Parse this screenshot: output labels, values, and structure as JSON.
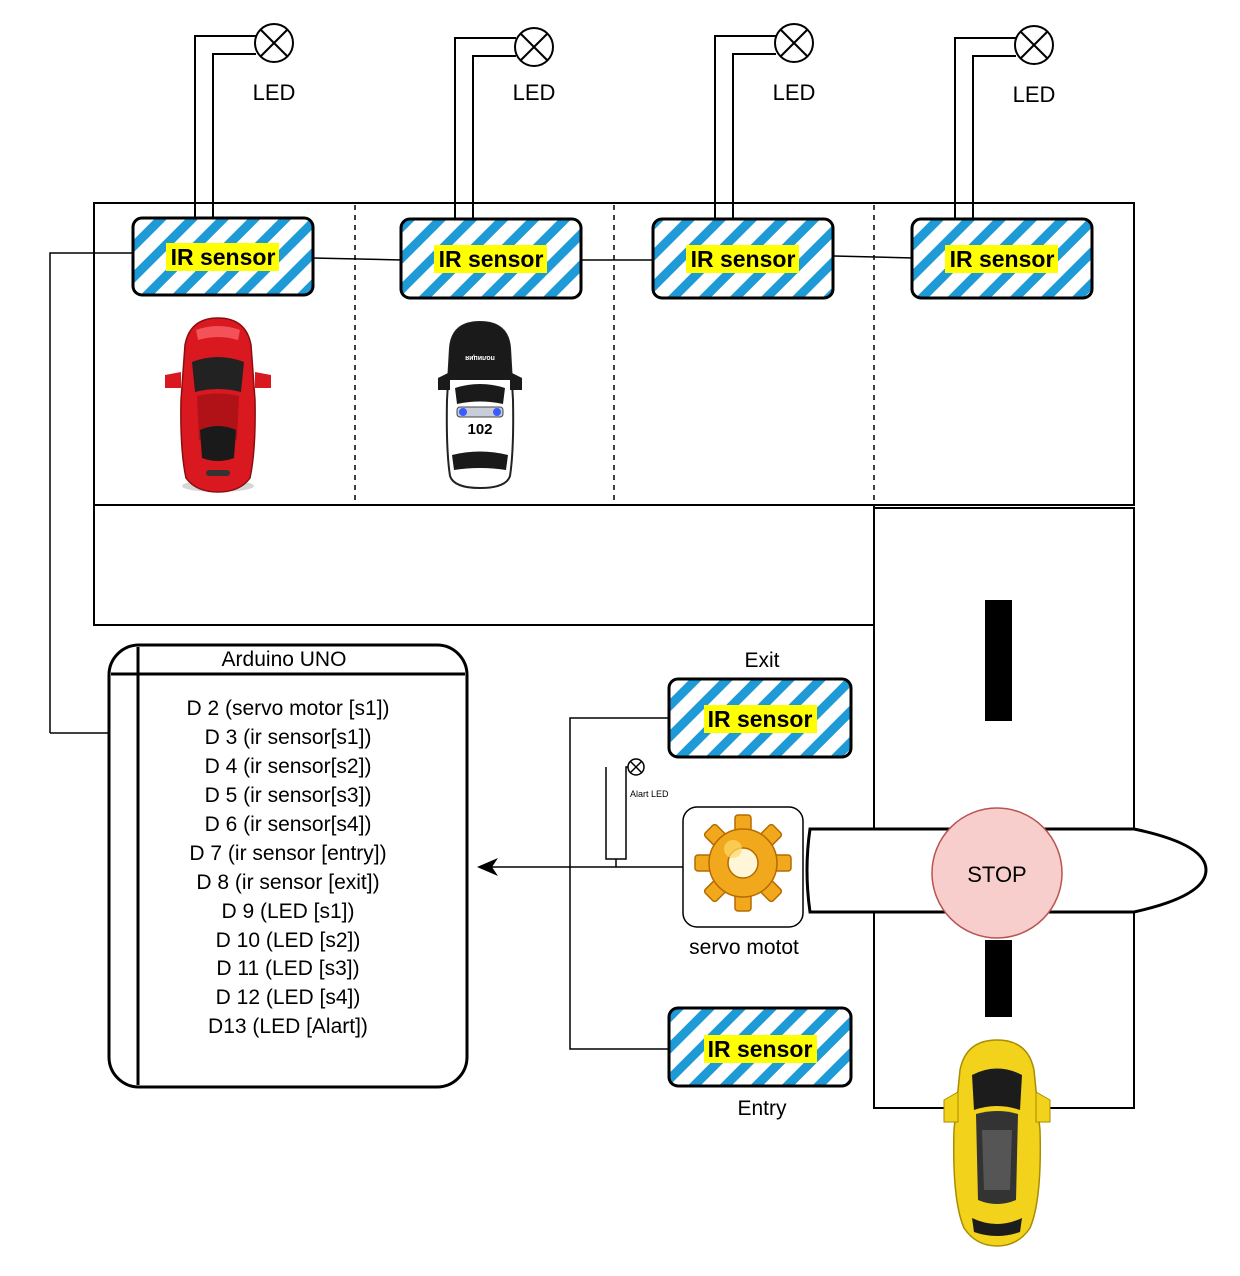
{
  "diagram": {
    "led_label": "LED",
    "ir_sensor_label": "IR sensor",
    "exit_label": "Exit",
    "entry_label": "Entry",
    "alert_led_label": "Alart LED",
    "servo_label": "servo motot",
    "stop_label": "STOP",
    "police_car_number": "102",
    "police_text_front": "полиция",
    "police_text_roof": "полиция",
    "arduino": {
      "title": "Arduino UNO",
      "pins": [
        "D 2 (servo motor [s1])",
        "D 3 (ir sensor[s1])",
        "D 4 (ir sensor[s2])",
        "D 5 (ir sensor[s3])",
        "D 6 (ir sensor[s4])",
        "D 7 (ir sensor [entry])",
        "D 8 (ir sensor [exit])",
        "D 9 (LED [s1])",
        "D 10 (LED [s2])",
        "D 11 (LED [s3])",
        "D 12 (LED [s4])",
        "D13 (LED [Alart])"
      ]
    },
    "colors": {
      "stripe": "#1e9bd7",
      "highlight": "#ffff00",
      "stop_fill": "#f8cecc",
      "stop_stroke": "#b85450",
      "red_car": "#d9191f",
      "yellow_car": "#f2d21a",
      "gear": "#f2a81c"
    }
  }
}
